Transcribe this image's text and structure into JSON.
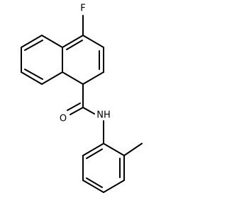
{
  "molecule": {
    "atoms": {
      "fluorine": "F",
      "oxygen": "O",
      "amide_nitrogen": "NH"
    }
  },
  "colors": {
    "bond": "#000000",
    "background": "#ffffff"
  }
}
